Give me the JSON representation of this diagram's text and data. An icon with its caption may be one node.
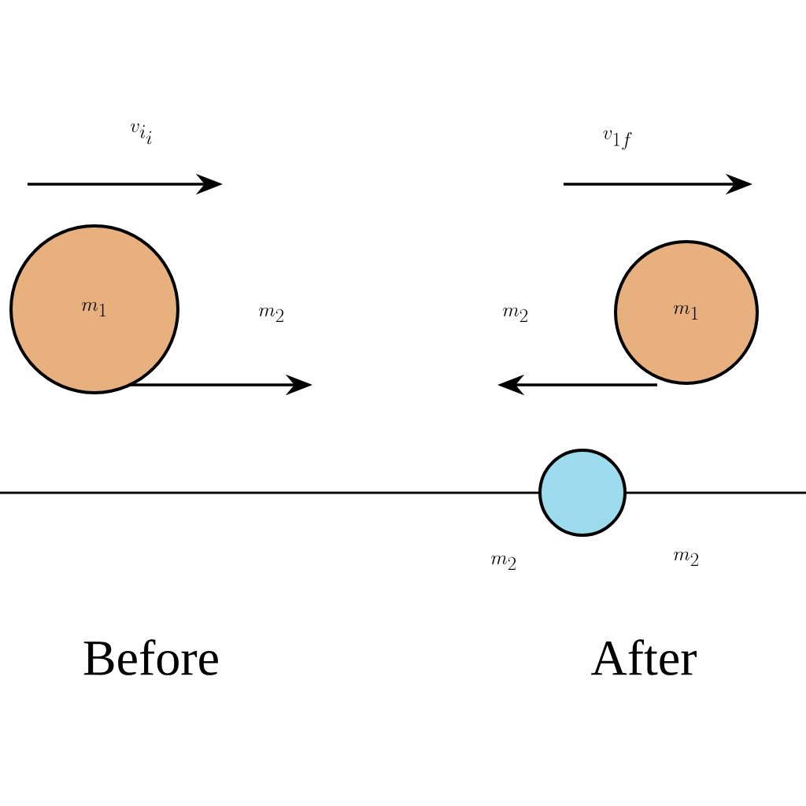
{
  "diagram": {
    "nodes": [
      {
        "text": [
          "m_1"
        ]
      },
      {
        "text": [
          "m_1"
        ]
      },
      {
        "text": [],
        "shape": "circle"
      }
    ],
    "labels": [
      "v_{i_i}",
      "v_{1f}",
      "m_2",
      "m_2",
      "m_2",
      "m_2",
      "Before",
      "After"
    ]
  }
}
